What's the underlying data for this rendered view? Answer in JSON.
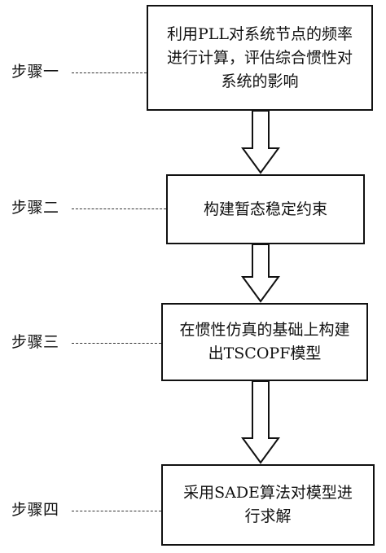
{
  "steps": [
    {
      "label": "步骤一",
      "box_text": "利用PLL对系统节点的频率进行计算，评估综合惯性对系统的影响"
    },
    {
      "label": "步骤二",
      "box_text": "构建暂态稳定约束"
    },
    {
      "label": "步骤三",
      "box_text": "在惯性仿真的基础上构建出TSCOPF模型"
    },
    {
      "label": "步骤四",
      "box_text": "采用SADE算法对模型进行求解"
    }
  ]
}
